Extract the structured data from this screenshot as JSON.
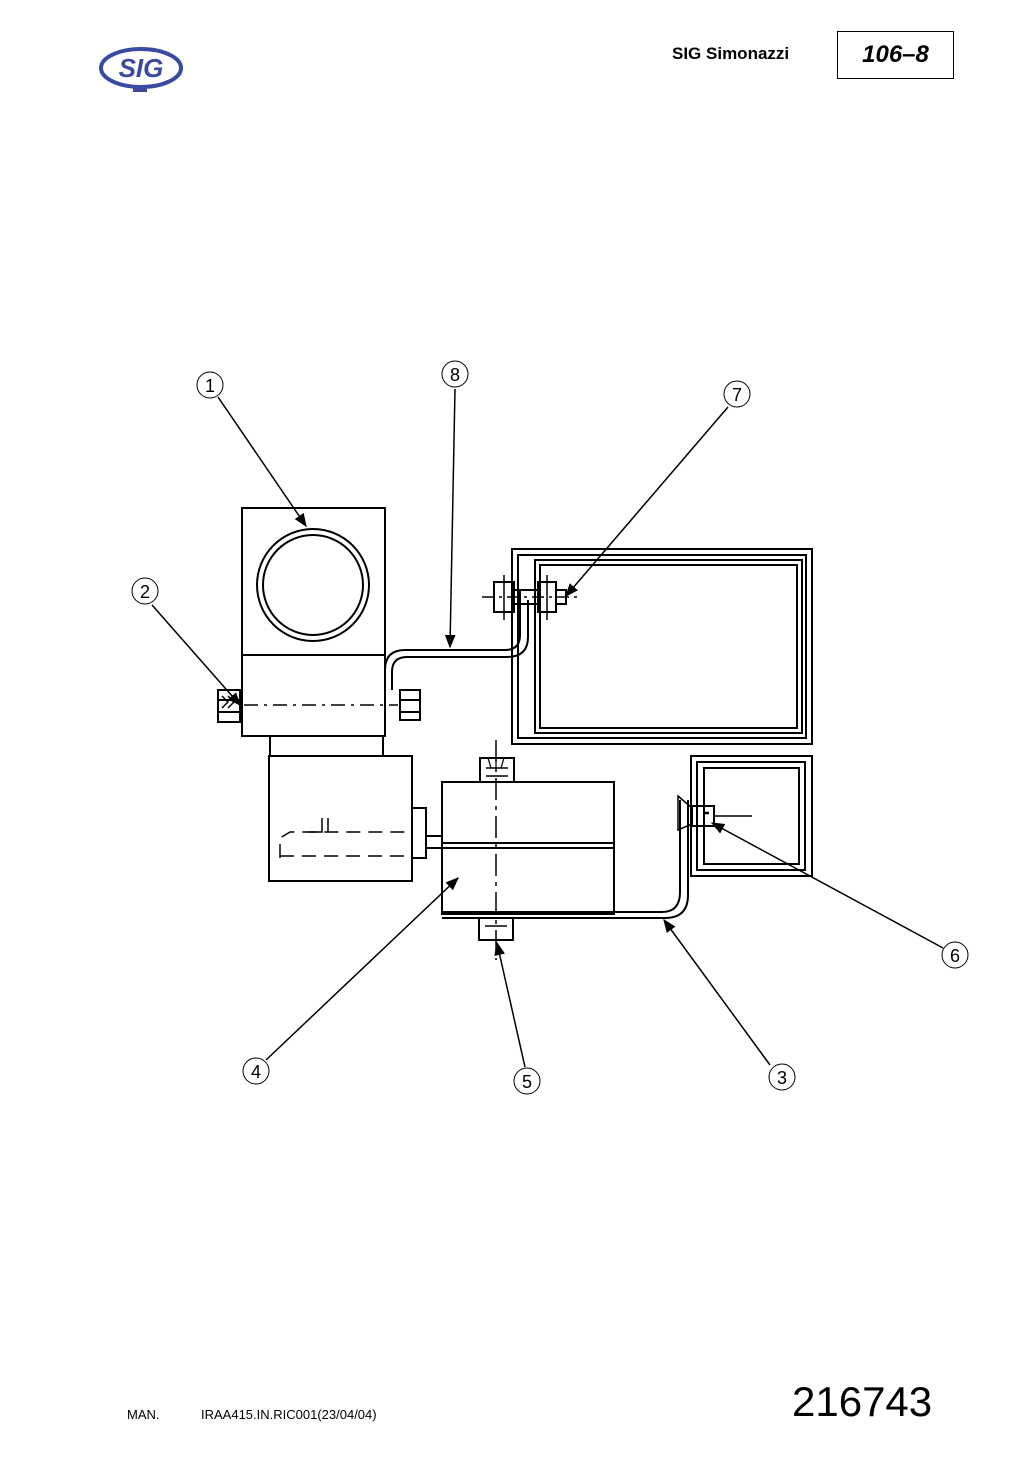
{
  "header": {
    "logo_text": "SIG",
    "company": "SIG Simonazzi",
    "page_code": "106–8"
  },
  "callouts": [
    {
      "label": "1"
    },
    {
      "label": "2"
    },
    {
      "label": "3"
    },
    {
      "label": "4"
    },
    {
      "label": "5"
    },
    {
      "label": "6"
    },
    {
      "label": "7"
    },
    {
      "label": "8"
    }
  ],
  "footer": {
    "man_label": "MAN.",
    "doc_ref": "IRAA415.IN.RIC001(23/04/04)",
    "drawing_number": "216743"
  },
  "colors": {
    "logo_blue": "#3a4aa0",
    "line": "#000000"
  }
}
